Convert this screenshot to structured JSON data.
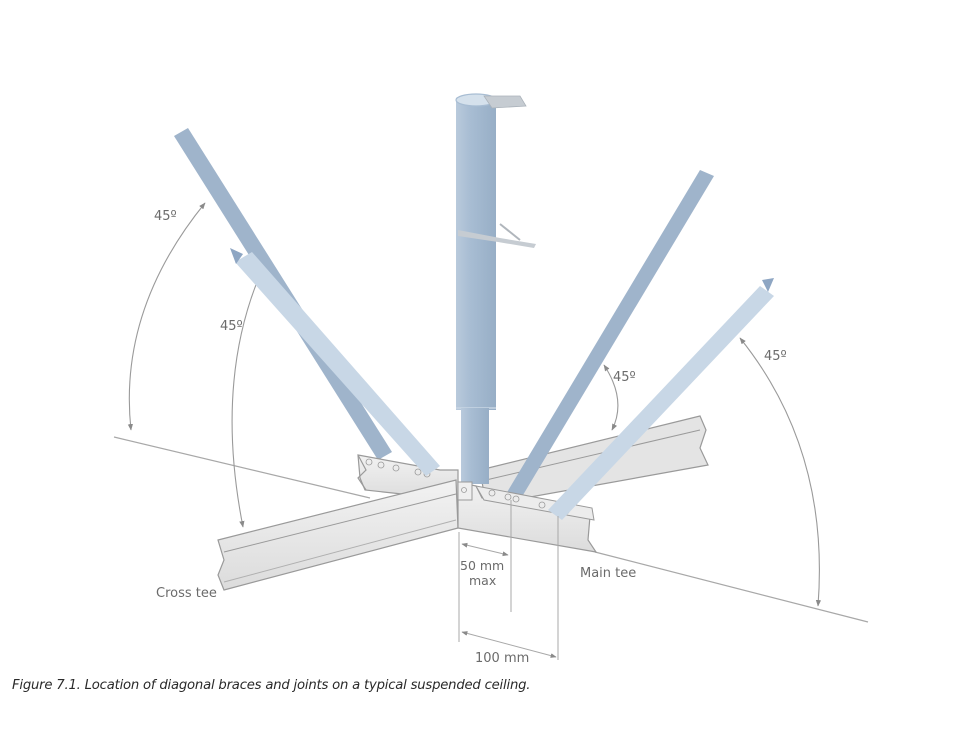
{
  "figure": {
    "caption": "Figure 7.1. Location of diagonal braces and joints on a typical suspended ceiling.",
    "labels": {
      "cross_tee": "Cross tee",
      "main_tee": "Main tee",
      "dim_50_line1": "50 mm",
      "dim_50_line2": "max",
      "dim_100": "100 mm"
    },
    "angles": [
      {
        "id": "left-outer",
        "text": "45º"
      },
      {
        "id": "left-inner",
        "text": "45º"
      },
      {
        "id": "right-inner",
        "text": "45º"
      },
      {
        "id": "right-outer",
        "text": "45º"
      }
    ],
    "colors": {
      "strut": "#a9bfd6",
      "strut_light": "#c9d8e7",
      "brace_dark": "#9fb4cb",
      "brace_light": "#c8d7e6",
      "tee_fill": "#e6e6e6",
      "tee_stroke": "#9a9a9a",
      "dimension_line": "#9a9a9a",
      "label": "#6b6b6b",
      "caption": "#2a2a2a"
    }
  }
}
